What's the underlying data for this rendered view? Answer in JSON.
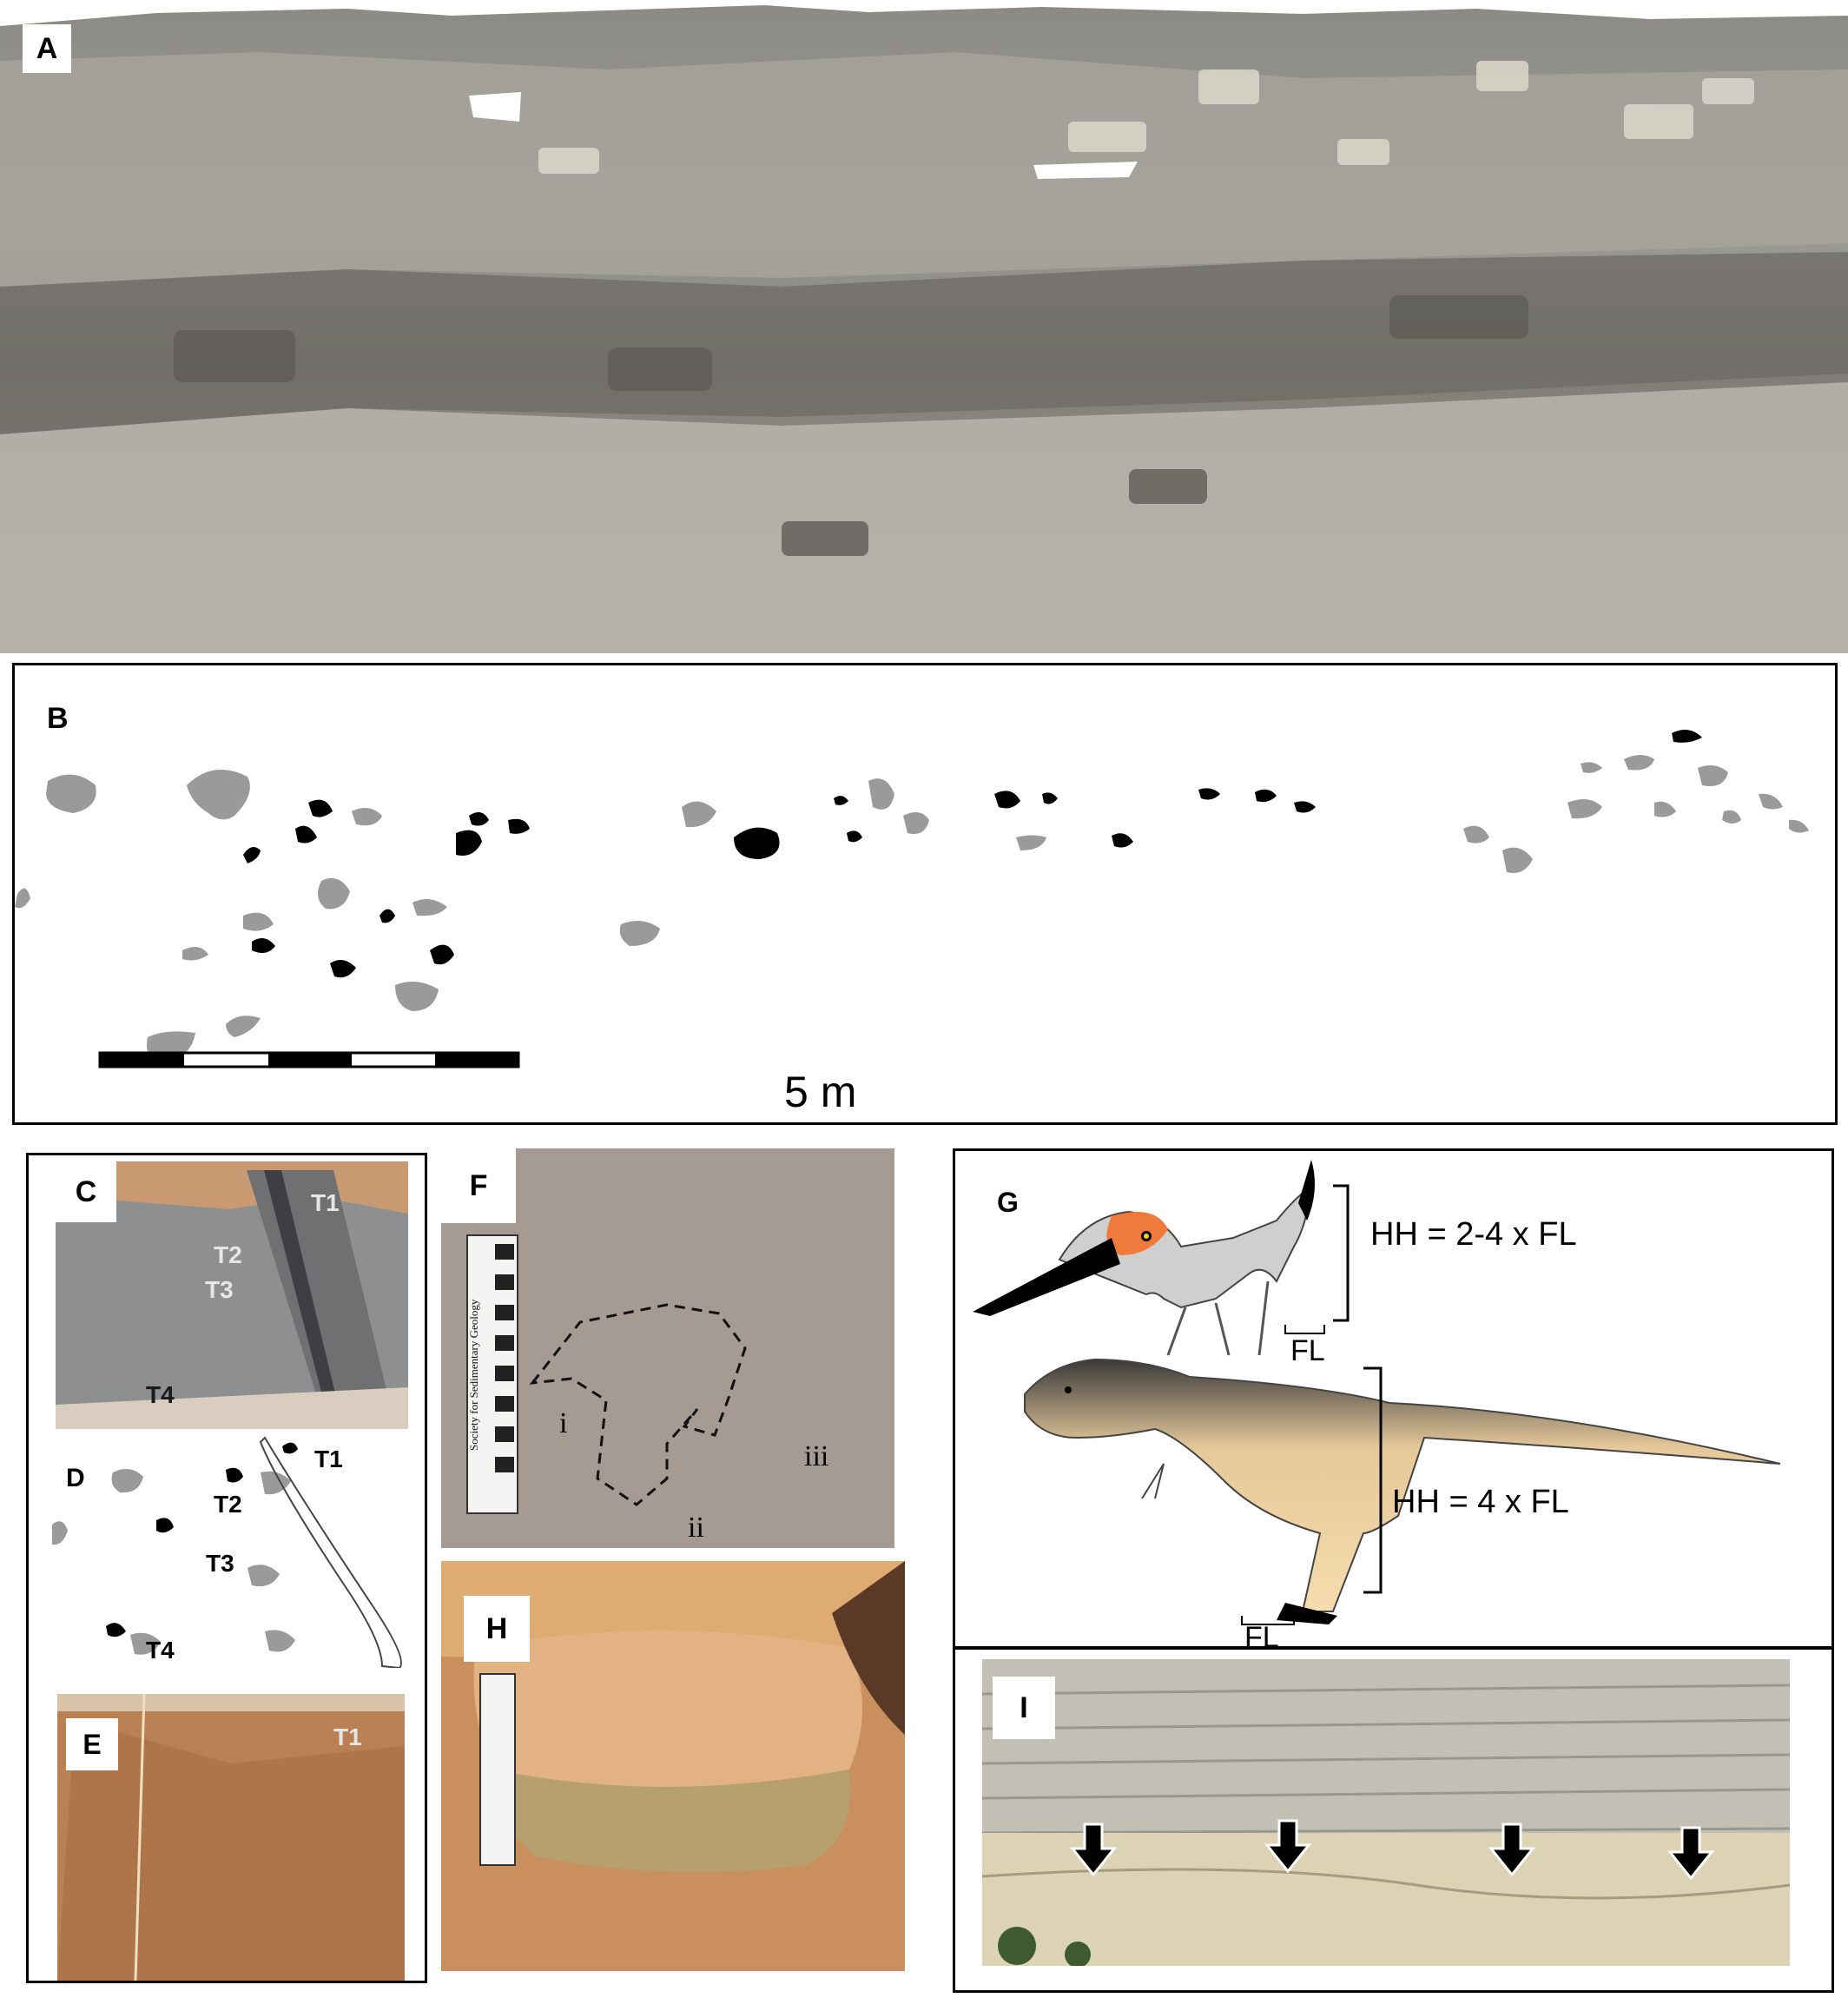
{
  "panels": {
    "A": {
      "letter": "A"
    },
    "B": {
      "letter": "B",
      "scale_label": "5 m"
    },
    "C": {
      "letter": "C",
      "labels": [
        "T1",
        "T2",
        "T3",
        "T4"
      ]
    },
    "D": {
      "letter": "D",
      "labels": [
        "T1",
        "T2",
        "T3",
        "T4"
      ]
    },
    "E": {
      "letter": "E",
      "labels": [
        "T1"
      ]
    },
    "F": {
      "letter": "F",
      "scale_text": "Society for Sedimentary Geology",
      "digit_labels": [
        "i",
        "ii",
        "iii"
      ]
    },
    "G": {
      "letter": "G",
      "bird_equation": "HH = 2-4 x FL",
      "theropod_equation": "HH = 4 x FL",
      "fl_label": "FL"
    },
    "H": {
      "letter": "H"
    },
    "I": {
      "letter": "I"
    }
  },
  "colors": {
    "track_black": "#000000",
    "track_gray": "#9a9a9a",
    "bird_head": "#f07a3c",
    "theropod_body_top": "#3a3a3a",
    "theropod_body_bottom": "#f6dcae"
  }
}
